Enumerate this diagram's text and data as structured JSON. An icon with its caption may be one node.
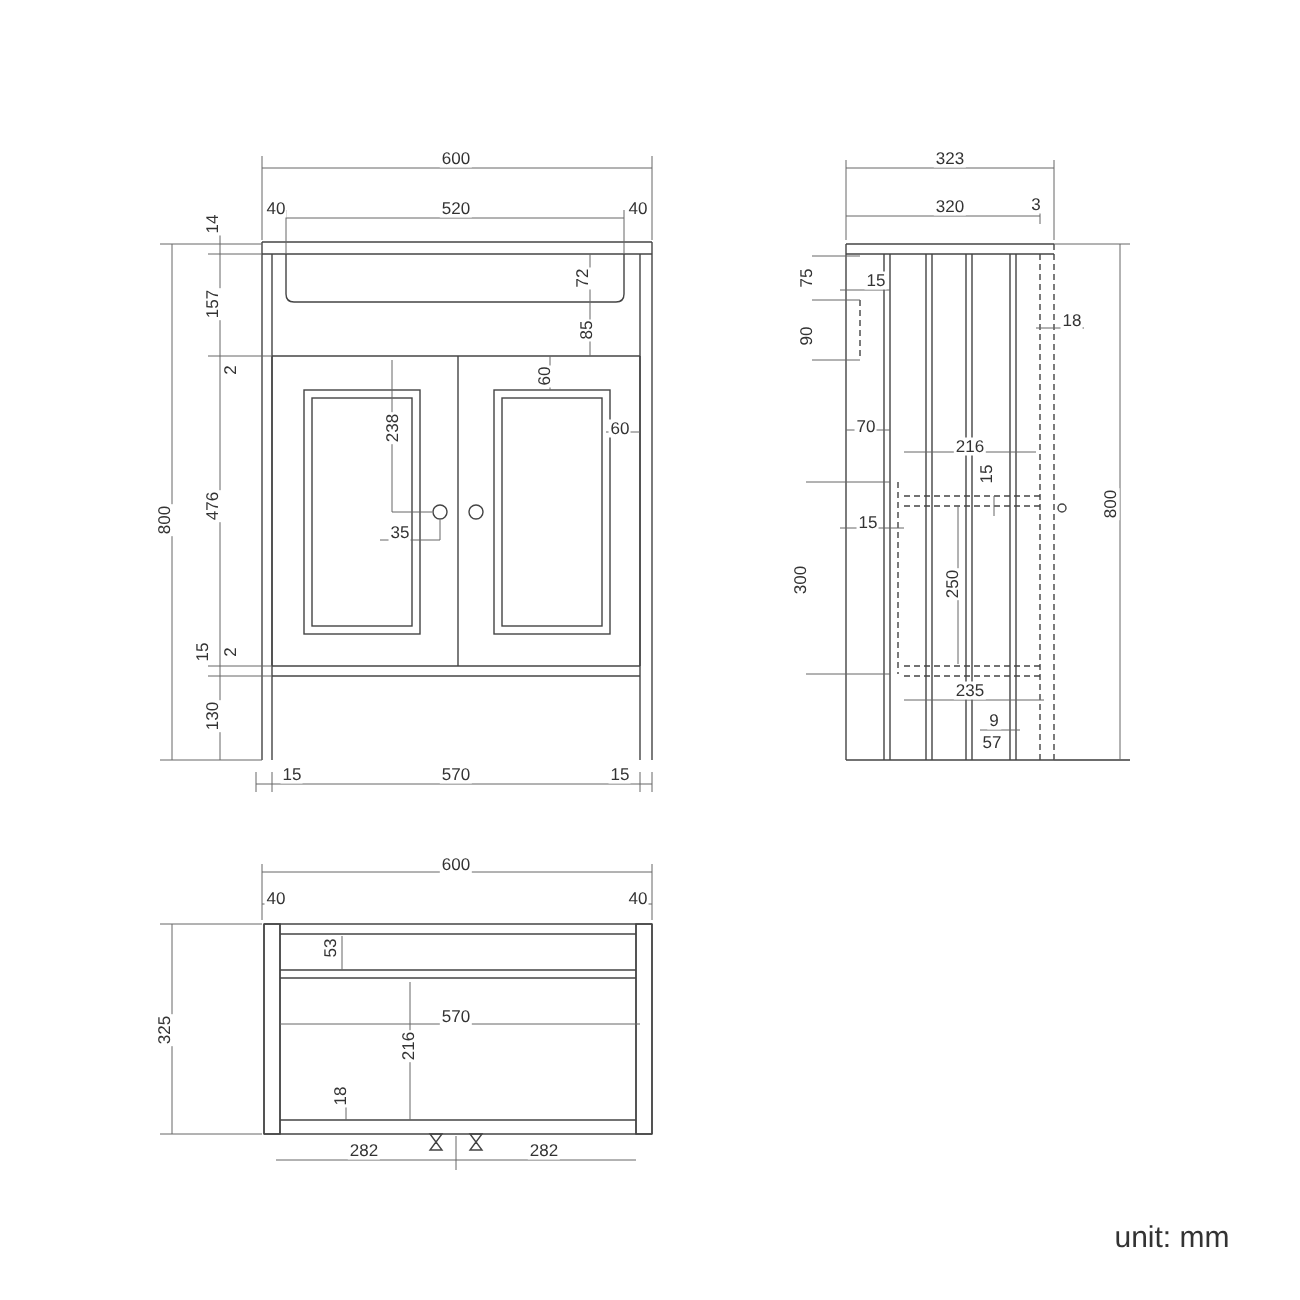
{
  "diagram": {
    "labels": [
      "600",
      "40",
      "520",
      "40",
      "14",
      "72",
      "157",
      "85",
      "2",
      "60",
      "60",
      "238",
      "800",
      "476",
      "35",
      "15",
      "2",
      "130",
      "15",
      "570",
      "15",
      "323",
      "320",
      "3",
      "75",
      "15",
      "18",
      "90",
      "70",
      "216",
      "15",
      "800",
      "15",
      "300",
      "250",
      "235",
      "9",
      "57",
      "600",
      "40",
      "40",
      "53",
      "570",
      "325",
      "216",
      "18",
      "282",
      "282",
      "unit: mm"
    ]
  }
}
